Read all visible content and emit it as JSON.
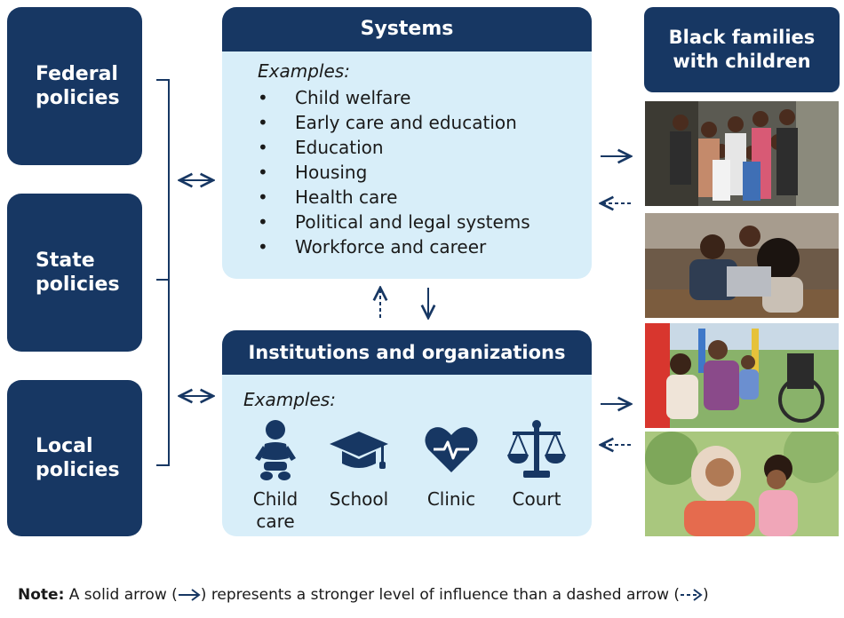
{
  "policies": [
    {
      "line1": "Federal",
      "line2": "policies"
    },
    {
      "line1": "State",
      "line2": "policies"
    },
    {
      "line1": "Local",
      "line2": "policies"
    }
  ],
  "systems": {
    "title": "Systems",
    "examples_label": "Examples:",
    "items": [
      "Child welfare",
      "Early care and education",
      "Education",
      "Housing",
      "Health care",
      "Political and legal systems",
      "Workforce and career"
    ]
  },
  "institutions": {
    "title": "Institutions and organizations",
    "examples_label": "Examples:",
    "items": [
      {
        "line1": "Child",
        "line2": "care",
        "icon": "baby-icon"
      },
      {
        "line1": "School",
        "line2": "",
        "icon": "graduation-cap-icon"
      },
      {
        "line1": "Clinic",
        "line2": "",
        "icon": "heart-pulse-icon"
      },
      {
        "line1": "Court",
        "line2": "",
        "icon": "scales-of-justice-icon"
      }
    ]
  },
  "families": {
    "line1": "Black families",
    "line2": "with children"
  },
  "note": {
    "label": "Note:",
    "text_a": " A solid arrow (",
    "text_b": ") represents a stronger level of influence than a dashed arrow (",
    "text_c": ")"
  },
  "colors": {
    "navy": "#173763",
    "light_blue": "#d8eef9"
  }
}
